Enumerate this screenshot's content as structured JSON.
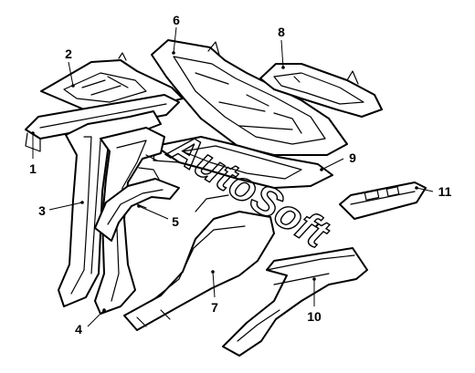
{
  "diagram": {
    "watermark": "AutoSoft",
    "callouts": [
      {
        "id": "1",
        "label": "1"
      },
      {
        "id": "2",
        "label": "2"
      },
      {
        "id": "3",
        "label": "3"
      },
      {
        "id": "4",
        "label": "4"
      },
      {
        "id": "5",
        "label": "5"
      },
      {
        "id": "6",
        "label": "6"
      },
      {
        "id": "7",
        "label": "7"
      },
      {
        "id": "8",
        "label": "8"
      },
      {
        "id": "9",
        "label": "9"
      },
      {
        "id": "10",
        "label": "10"
      },
      {
        "id": "11",
        "label": "11"
      }
    ],
    "colors": {
      "line": "#000000",
      "background": "#ffffff"
    }
  }
}
